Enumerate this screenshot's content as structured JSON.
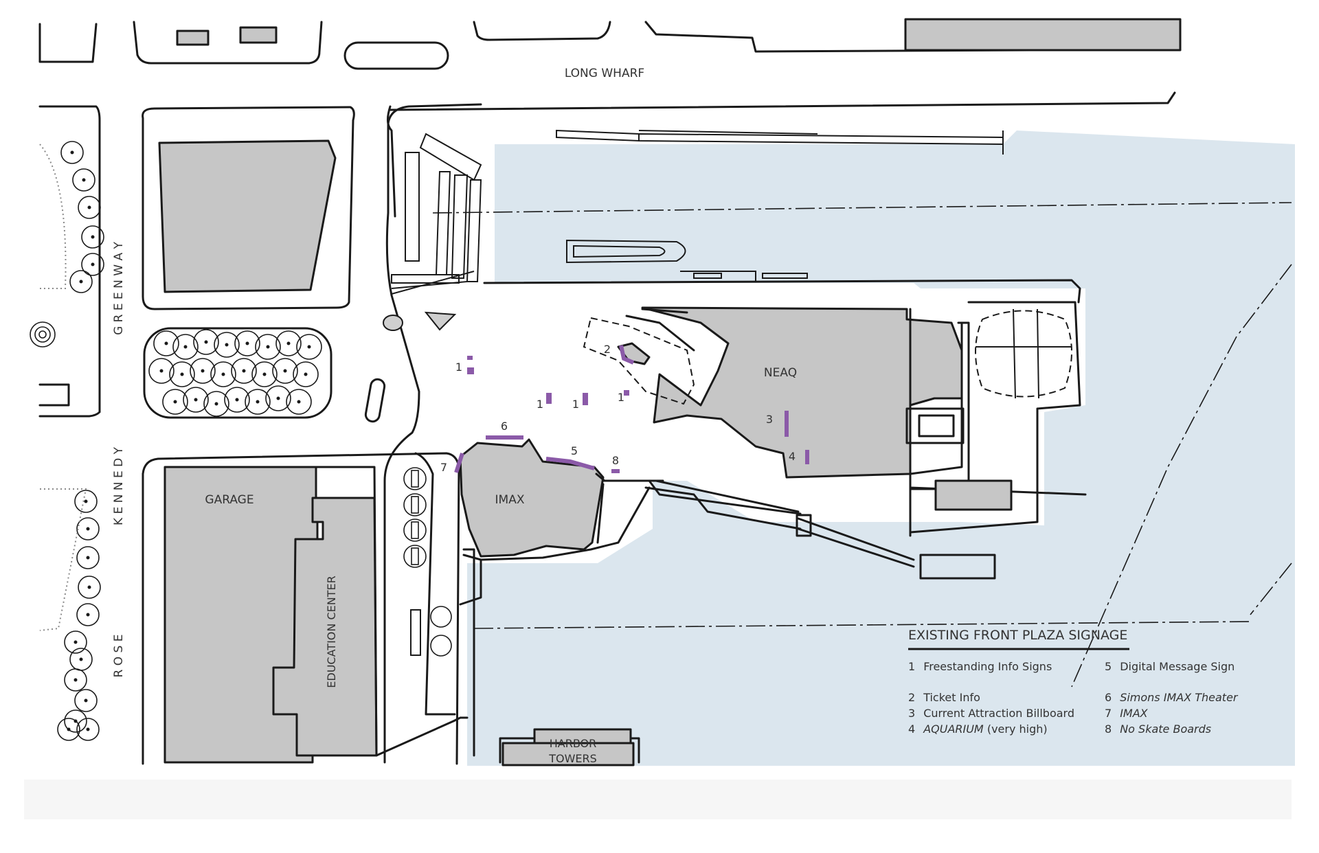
{
  "colors": {
    "water": "#dbe6ee",
    "building": "#c6c6c6",
    "signage": "#8b5aa8",
    "ink": "#1a1a1a"
  },
  "streets": {
    "long_wharf": "LONG WHARF",
    "greenway": "G R E E N W A Y",
    "kennedy": "K E N N E D Y",
    "rose": "R O S E"
  },
  "buildings": {
    "neaq": "NEAQ",
    "imax": "IMAX",
    "garage": "GARAGE",
    "education_center": "EDUCATION CENTER",
    "harbor_towers_1": "HARBOR",
    "harbor_towers_2": "TOWERS"
  },
  "markers": {
    "m1a": "1",
    "m1b": "1",
    "m1c": "1",
    "m1d": "1",
    "m2": "2",
    "m3": "3",
    "m4": "4",
    "m5": "5",
    "m6": "6",
    "m7": "7",
    "m8": "8"
  },
  "legend": {
    "title": "EXISTING FRONT PLAZA SIGNAGE",
    "left": [
      {
        "num": "1",
        "text": "Freestanding Info Signs",
        "italic_part": "",
        "suffix": ""
      },
      {
        "num": "2",
        "text": "Ticket Info",
        "italic_part": "",
        "suffix": ""
      },
      {
        "num": "3",
        "text": "Current Attraction Billboard",
        "italic_part": "",
        "suffix": ""
      },
      {
        "num": "4",
        "text": "",
        "italic_part": "AQUARIUM",
        "suffix": " (very high)"
      }
    ],
    "right": [
      {
        "num": "5",
        "text": "Digital Message Sign",
        "italic_part": ""
      },
      {
        "num": "6",
        "text": "",
        "italic_part": "Simons IMAX Theater"
      },
      {
        "num": "7",
        "text": "",
        "italic_part": "IMAX"
      },
      {
        "num": "8",
        "text": "",
        "italic_part": "No Skate Boards"
      }
    ]
  }
}
